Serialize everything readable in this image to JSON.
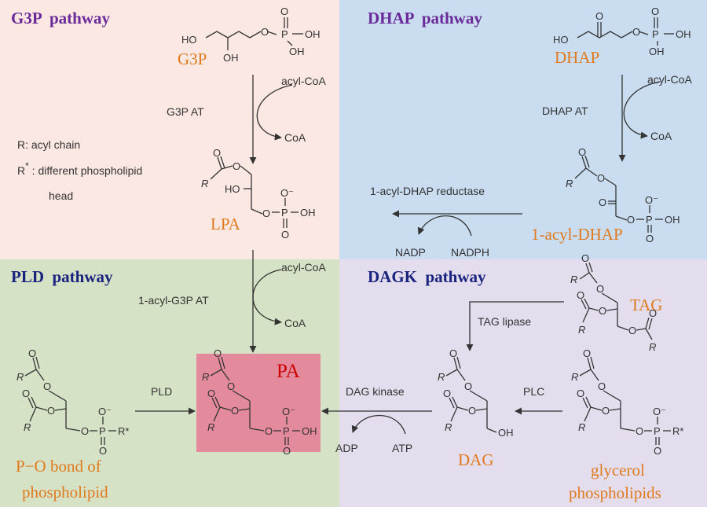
{
  "panels": {
    "g3p": {
      "title": "G3P  pathway"
    },
    "dhap": {
      "title": "DHAP  pathway"
    },
    "pld": {
      "title": "PLD  pathway"
    },
    "dagk": {
      "title": "DAGK  pathway"
    }
  },
  "compounds": {
    "g3p": "G3P",
    "dhap": "DHAP",
    "lpa": "LPA",
    "acyl_dhap": "1-acyl-DHAP",
    "pa": "PA",
    "tag": "TAG",
    "dag": "DAG",
    "po_bond_line1": "P−O bond of",
    "po_bond_line2": "phospholipid",
    "glycerol_line1": "glycerol",
    "glycerol_line2": "phospholipids"
  },
  "enzymes": {
    "g3p_at": "G3P AT",
    "dhap_at": "DHAP AT",
    "acyl_dhap_reductase": "1-acyl-DHAP reductase",
    "acyl_g3p_at": "1-acyl-G3P AT",
    "tag_lipase": "TAG lipase",
    "dag_kinase": "DAG kinase",
    "pld": "PLD",
    "plc": "PLC"
  },
  "cofactors": {
    "acyl_coa": "acyl-CoA",
    "coa": "CoA",
    "nadp": "NADP",
    "nadph": "NADPH",
    "adp": "ADP",
    "atp": "ATP"
  },
  "legend": {
    "r_def": "R: acyl chain",
    "rstar_symbol": "R",
    "rstar_sup": "*",
    "rstar_def": " : different phospholipid",
    "rstar_def2": "head"
  },
  "atoms": {
    "ho": "HO",
    "oh": "OH",
    "o": "O",
    "p": "P",
    "r": "R",
    "r_star": "R*",
    "o_minus": "O⁻"
  },
  "colors": {
    "g3p_bg": "#fbe8e2",
    "dhap_bg": "#c9dcf0",
    "pld_bg": "#d6e2c6",
    "dagk_bg": "#e3ddee",
    "pa_box": "#e38a9c",
    "title_purple": "#6a2a9a",
    "title_blue": "#1a237e",
    "compound_orange": "#e07a1e",
    "pa_red": "#cc0000",
    "line": "#333333"
  }
}
